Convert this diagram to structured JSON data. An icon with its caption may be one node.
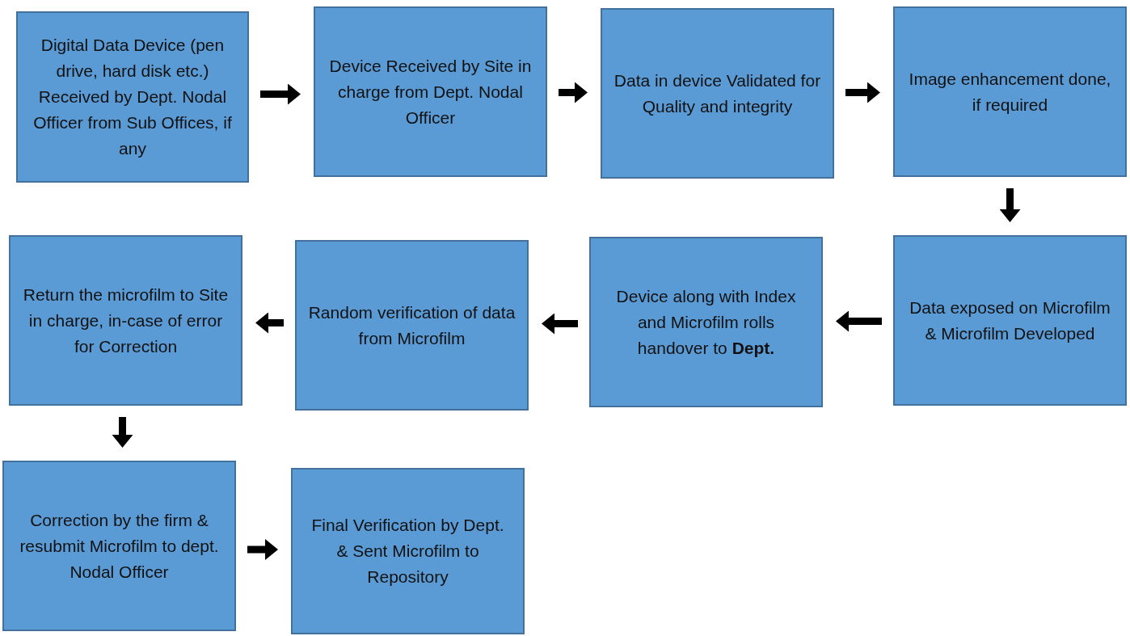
{
  "diagram": {
    "nodes": [
      {
        "text": [
          "Digital Data Device (pen drive, hard disk etc.) Received by Dept. Nodal Officer from Sub Offices, if any"
        ]
      },
      {
        "text": [
          "Device Received by Site in charge from Dept. Nodal Officer"
        ]
      },
      {
        "text": [
          "Data in device Validated for Quality and integrity"
        ]
      },
      {
        "text": [
          "Image enhancement done, if required"
        ]
      },
      {
        "text": [
          "Data exposed on Microfilm & Microfilm Developed"
        ]
      },
      {
        "text": [
          "Device along with Index and Microfilm rolls handover to **Dept.**"
        ]
      },
      {
        "text": [
          "Random verification of data from Microfilm"
        ]
      },
      {
        "text": [
          "Return the microfilm to Site in charge, in-case of error for Correction"
        ]
      },
      {
        "text": [
          "Correction by the firm & resubmit Microfilm to dept. Nodal Officer"
        ]
      },
      {
        "text": [
          "Final Verification by Dept. & Sent Microfilm to Repository"
        ]
      }
    ],
    "edges": [
      {
        "from": 0,
        "to": 1,
        "arrow": "to"
      },
      {
        "from": 1,
        "to": 2,
        "arrow": "to"
      },
      {
        "from": 2,
        "to": 3,
        "arrow": "to"
      },
      {
        "from": 3,
        "to": 4,
        "arrow": "to"
      },
      {
        "from": 4,
        "to": 5,
        "arrow": "to"
      },
      {
        "from": 5,
        "to": 6,
        "arrow": "to"
      },
      {
        "from": 6,
        "to": 7,
        "arrow": "to"
      },
      {
        "from": 7,
        "to": 8,
        "arrow": "to"
      },
      {
        "from": 8,
        "to": 9,
        "arrow": "to"
      }
    ]
  }
}
